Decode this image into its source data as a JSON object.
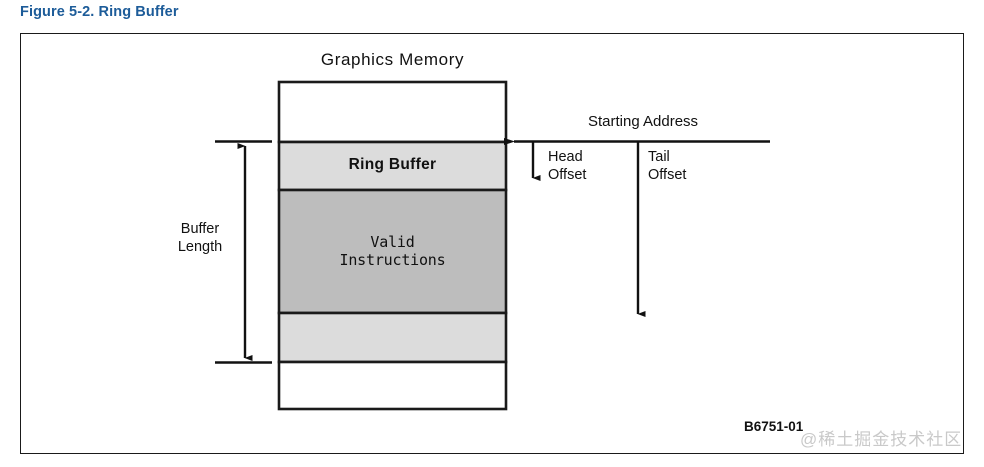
{
  "figure": {
    "caption": "Figure 5-2. Ring Buffer",
    "caption_color": "#1d5c99",
    "figure_id": "B6751-01",
    "watermark": "@稀土掘金技术社区"
  },
  "diagram": {
    "memory_title": "Graphics Memory",
    "regions": [
      {
        "label": "",
        "fill": "#ffffff"
      },
      {
        "label": "Ring Buffer",
        "fill": "#dcdcdc"
      },
      {
        "label": "Valid Instructions",
        "fill": "#bdbdbd"
      },
      {
        "label": "",
        "fill": "#dcdcdc"
      },
      {
        "label": "",
        "fill": "#ffffff"
      }
    ],
    "ring_buffer_label": "Ring Buffer",
    "valid_instructions_line1": "Valid",
    "valid_instructions_line2": "Instructions",
    "buffer_length_line1": "Buffer",
    "buffer_length_line2": "Length",
    "starting_address_label": "Starting Address",
    "head_offset_line1": "Head",
    "head_offset_line2": "Offset",
    "tail_offset_line1": "Tail",
    "tail_offset_line2": "Offset",
    "colors": {
      "stroke": "#1a1a1a",
      "light_gray": "#dcdcdc",
      "medium_gray": "#bdbdbd",
      "white": "#ffffff"
    }
  }
}
